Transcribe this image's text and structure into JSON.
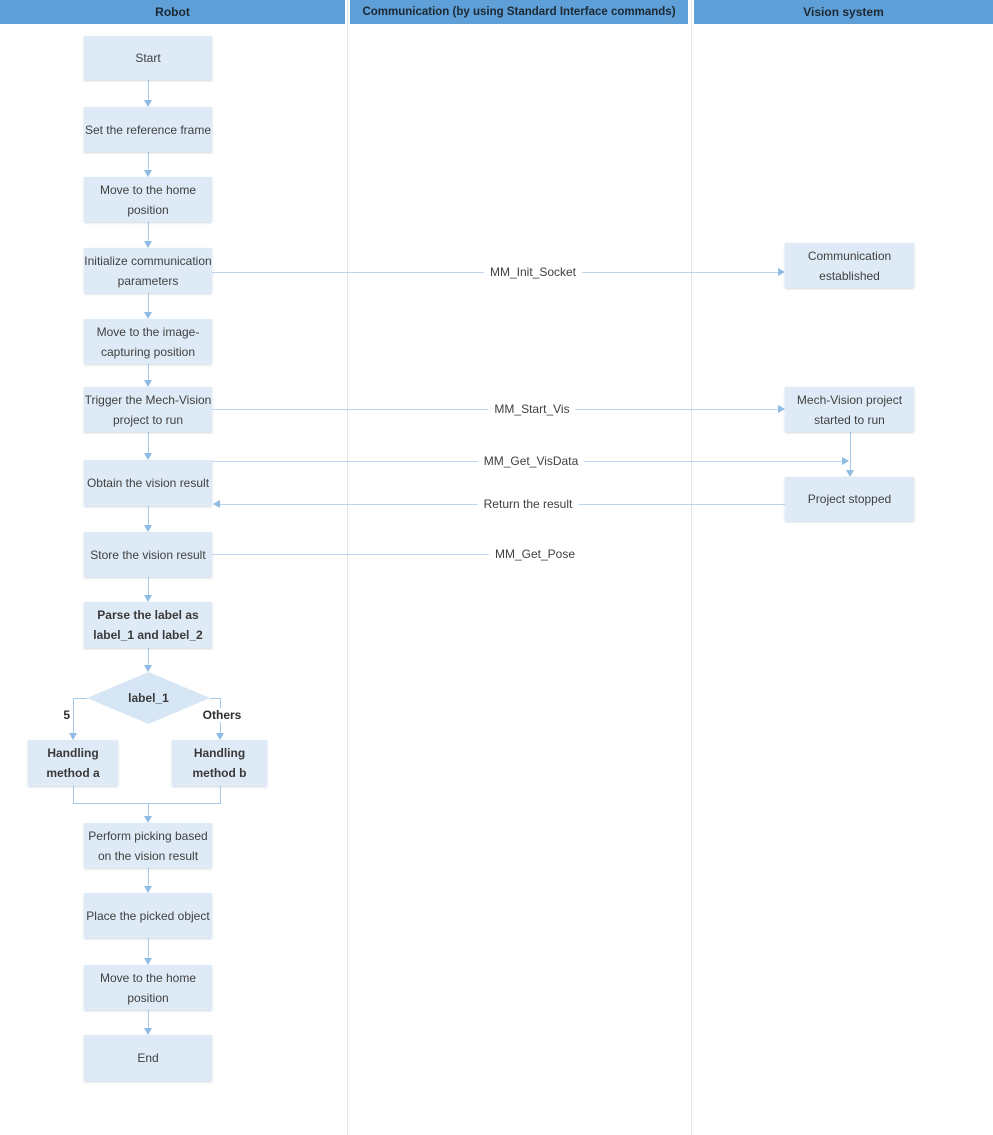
{
  "header": {
    "columns": [
      {
        "label": "Robot"
      },
      {
        "label": "Communication (by using Standard Interface commands)"
      },
      {
        "label": "Vision system"
      }
    ]
  },
  "robot_flow": {
    "nodes": [
      {
        "label": "Start"
      },
      {
        "label": "Set the reference frame"
      },
      {
        "label": "Move to the home position"
      },
      {
        "label": "Initialize communication parameters"
      },
      {
        "label": "Move to the image-capturing position"
      },
      {
        "label": "Trigger the Mech-Vision project to run"
      },
      {
        "label": "Obtain the vision result"
      },
      {
        "label": "Store the vision result"
      },
      {
        "label": "Parse the label as label_1 and label_2",
        "bold": true
      },
      {
        "label": "Perform picking based on the vision result"
      },
      {
        "label": "Place the picked object"
      },
      {
        "label": "Move to the home position"
      },
      {
        "label": "End"
      }
    ]
  },
  "decision": {
    "label": "label_1",
    "branch_left_label": "5",
    "branch_right_label": "Others",
    "left_box_label": "Handling method a",
    "right_box_label": "Handling method b"
  },
  "messages": [
    {
      "label": "MM_Init_Socket",
      "direction": "right"
    },
    {
      "label": "MM_Start_Vis",
      "direction": "right"
    },
    {
      "label": "MM_Get_VisData",
      "direction": "right"
    },
    {
      "label": "Return the result",
      "direction": "left"
    },
    {
      "label": "MM_Get_Pose",
      "direction": "none"
    }
  ],
  "vision_flow": {
    "nodes": [
      {
        "label": "Communication established"
      },
      {
        "label": "Mech-Vision project started to run"
      },
      {
        "label": "Project stopped"
      }
    ]
  },
  "colors": {
    "header_bg": "#5D9FD6",
    "node_bg": "#DEEBF7",
    "diamond_bg": "#D6E6F4",
    "flow_line": "#A6C9E9",
    "message_line": "#BCD6EF",
    "arrowhead": "#8FBCE4",
    "text": "#404040"
  }
}
